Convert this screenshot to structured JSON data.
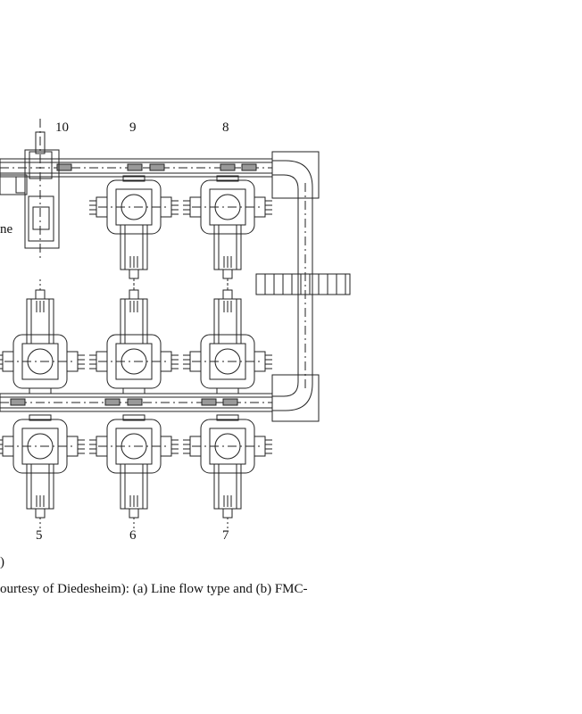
{
  "station_labels": {
    "s10": "10",
    "s9": "9",
    "s8": "8",
    "s5": "5",
    "s6": "6",
    "s7": "7"
  },
  "left_fragment": "ne",
  "subfigure_fragment": ")",
  "caption": "ourtesy of Diedesheim): (a) Line flow type and (b) FMC-"
}
